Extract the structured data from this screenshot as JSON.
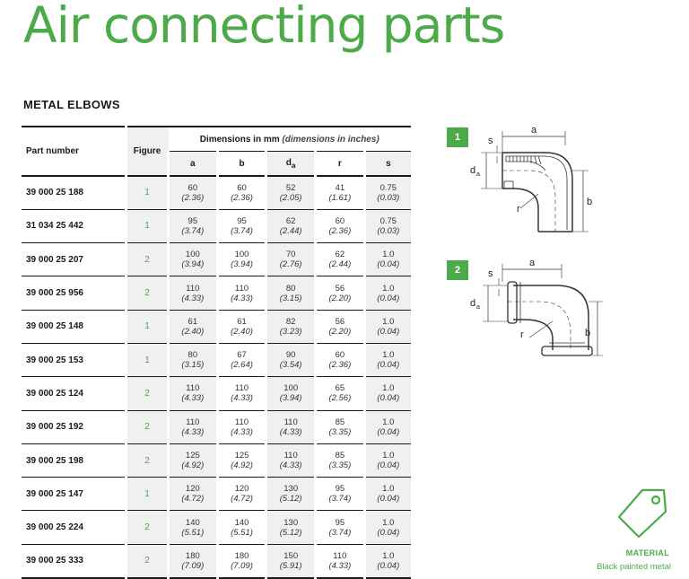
{
  "page": {
    "title": "Air connecting parts",
    "section_title": "METAL ELBOWS"
  },
  "table": {
    "header": {
      "part_number": "Part number",
      "figure": "Figure",
      "dimensions_bold": "Dimensions in mm",
      "dimensions_italic": "(dimensions in inches)",
      "columns": [
        "a",
        "b",
        "d",
        "r",
        "s"
      ],
      "da_subscript": "a"
    },
    "rows": [
      {
        "part": "39 000 25 188",
        "figure": "1",
        "a": "60",
        "a_in": "(2.36)",
        "b": "60",
        "b_in": "(2.36)",
        "d": "52",
        "d_in": "(2.05)",
        "r": "41",
        "r_in": "(1.61)",
        "s": "0.75",
        "s_in": "(0.03)"
      },
      {
        "part": "31 034 25 442",
        "figure": "1",
        "a": "95",
        "a_in": "(3.74)",
        "b": "95",
        "b_in": "(3.74)",
        "d": "62",
        "d_in": "(2.44)",
        "r": "60",
        "r_in": "(2.36)",
        "s": "0.75",
        "s_in": "(0.03)"
      },
      {
        "part": "39 000 25 207",
        "figure": "2",
        "a": "100",
        "a_in": "(3.94)",
        "b": "100",
        "b_in": "(3.94)",
        "d": "70",
        "d_in": "(2.76)",
        "r": "62",
        "r_in": "(2.44)",
        "s": "1.0",
        "s_in": "(0.04)"
      },
      {
        "part": "39 000 25 956",
        "figure": "2",
        "a": "110",
        "a_in": "(4.33)",
        "b": "110",
        "b_in": "(4.33)",
        "d": "80",
        "d_in": "(3.15)",
        "r": "56",
        "r_in": "(2.20)",
        "s": "1.0",
        "s_in": "(0.04)"
      },
      {
        "part": "39 000 25 148",
        "figure": "1",
        "a": "61",
        "a_in": "(2.40)",
        "b": "61",
        "b_in": "(2.40)",
        "d": "82",
        "d_in": "(3.23)",
        "r": "56",
        "r_in": "(2.20)",
        "s": "1.0",
        "s_in": "(0.04)"
      },
      {
        "part": "39 000 25 153",
        "figure": "1",
        "a": "80",
        "a_in": "(3.15)",
        "b": "67",
        "b_in": "(2.64)",
        "d": "90",
        "d_in": "(3.54)",
        "r": "60",
        "r_in": "(2.36)",
        "s": "1.0",
        "s_in": "(0.04)"
      },
      {
        "part": "39 000 25 124",
        "figure": "2",
        "a": "110",
        "a_in": "(4.33)",
        "b": "110",
        "b_in": "(4.33)",
        "d": "100",
        "d_in": "(3.94)",
        "r": "65",
        "r_in": "(2.56)",
        "s": "1.0",
        "s_in": "(0.04)"
      },
      {
        "part": "39 000 25 192",
        "figure": "2",
        "a": "110",
        "a_in": "(4.33)",
        "b": "110",
        "b_in": "(4.33)",
        "d": "110",
        "d_in": "(4.33)",
        "r": "85",
        "r_in": "(3.35)",
        "s": "1.0",
        "s_in": "(0.04)"
      },
      {
        "part": "39 000 25 198",
        "figure": "2",
        "a": "125",
        "a_in": "(4.92)",
        "b": "125",
        "b_in": "(4.92)",
        "d": "110",
        "d_in": "(4.33)",
        "r": "85",
        "r_in": "(3.35)",
        "s": "1.0",
        "s_in": "(0.04)"
      },
      {
        "part": "39 000 25 147",
        "figure": "1",
        "a": "120",
        "a_in": "(4.72)",
        "b": "120",
        "b_in": "(4.72)",
        "d": "130",
        "d_in": "(5.12)",
        "r": "95",
        "r_in": "(3.74)",
        "s": "1.0",
        "s_in": "(0.04)"
      },
      {
        "part": "39 000 25 224",
        "figure": "2",
        "a": "140",
        "a_in": "(5.51)",
        "b": "140",
        "b_in": "(5.51)",
        "d": "130",
        "d_in": "(5.12)",
        "r": "95",
        "r_in": "(3.74)",
        "s": "1.0",
        "s_in": "(0.04)"
      },
      {
        "part": "39 000 25 333",
        "figure": "2",
        "a": "180",
        "a_in": "(7.09)",
        "b": "180",
        "b_in": "(7.09)",
        "d": "150",
        "d_in": "(5.91)",
        "r": "110",
        "r_in": "(4.33)",
        "s": "1.0",
        "s_in": "(0.04)"
      }
    ]
  },
  "figures": {
    "fig1_badge": "1",
    "fig2_badge": "2",
    "labels": {
      "a": "a",
      "b": "b",
      "s": "s",
      "d": "d",
      "da_sub": "a",
      "r": "r"
    }
  },
  "material": {
    "icon": "tag-icon",
    "title": "MATERIAL",
    "description": "Black painted metal"
  },
  "colors": {
    "accent": "#4daa4a",
    "text": "#1a1a1a",
    "column_shade": "#f0f0f0"
  }
}
